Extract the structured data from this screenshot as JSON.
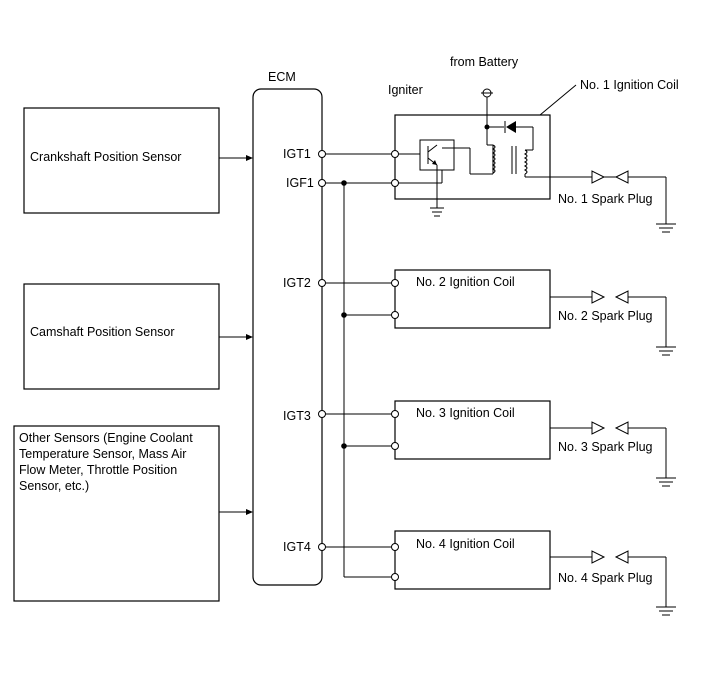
{
  "sensors": {
    "crankshaft": "Crankshaft Position Sensor",
    "camshaft": "Camshaft Position Sensor",
    "other_lines": [
      "Other Sensors (Engine Coolant",
      "Temperature Sensor, Mass Air",
      "Flow Meter, Throttle Position",
      "Sensor, etc.)"
    ]
  },
  "ecm": {
    "title": "ECM",
    "terminals": {
      "igt1": "IGT1",
      "igf1": "IGF1",
      "igt2": "IGT2",
      "igt3": "IGT3",
      "igt4": "IGT4"
    }
  },
  "igniter": {
    "label": "Igniter",
    "battery_label": "from Battery",
    "coil1_label": "No. 1 Ignition Coil"
  },
  "coils": {
    "coil2": "No. 2 Ignition Coil",
    "coil3": "No. 3 Ignition Coil",
    "coil4": "No. 4 Ignition Coil"
  },
  "plugs": {
    "plug1": "No. 1 Spark Plug",
    "plug2": "No. 2 Spark Plug",
    "plug3": "No. 3 Spark Plug",
    "plug4": "No. 4 Spark Plug"
  }
}
